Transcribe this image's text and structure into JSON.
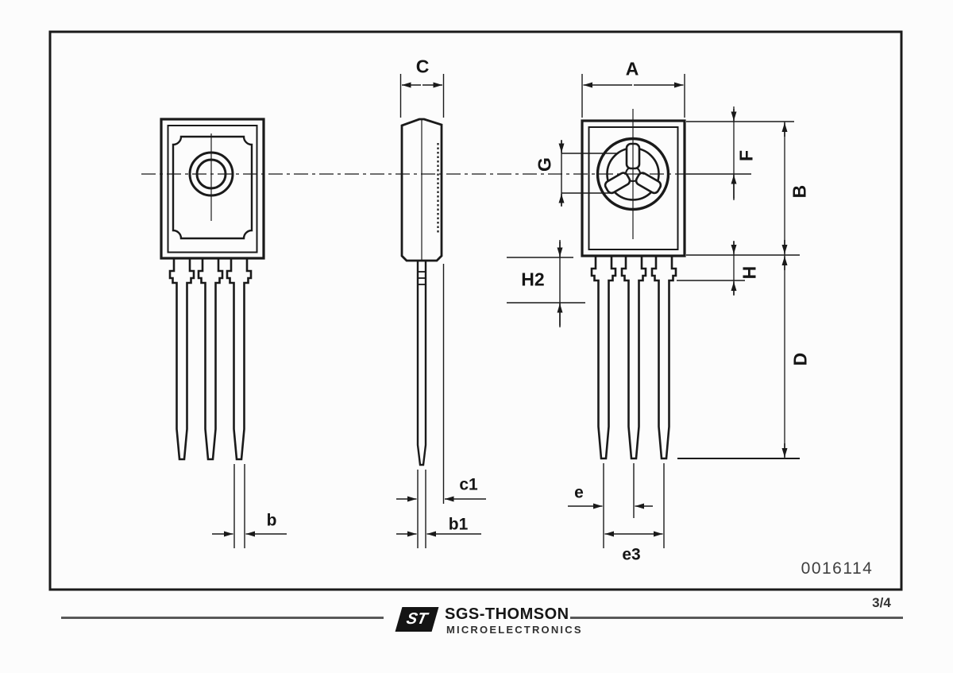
{
  "colors": {
    "line": "#1a1a1a",
    "text": "#151515",
    "rule": "#595959",
    "background": "#fcfcfc"
  },
  "drawing": {
    "figure_number": "0016114",
    "labels": {
      "A": "A",
      "B": "B",
      "C": "C",
      "D": "D",
      "F": "F",
      "G": "G",
      "H": "H",
      "H2": "H2",
      "b": "b",
      "b1": "b1",
      "c1": "c1",
      "e": "e",
      "e3": "e3"
    }
  },
  "footer": {
    "page_indicator": "3/4",
    "logo_monogram": "ST",
    "brand_line1": "SGS-THOMSON",
    "brand_line2": "MICROELECTRONICS"
  }
}
